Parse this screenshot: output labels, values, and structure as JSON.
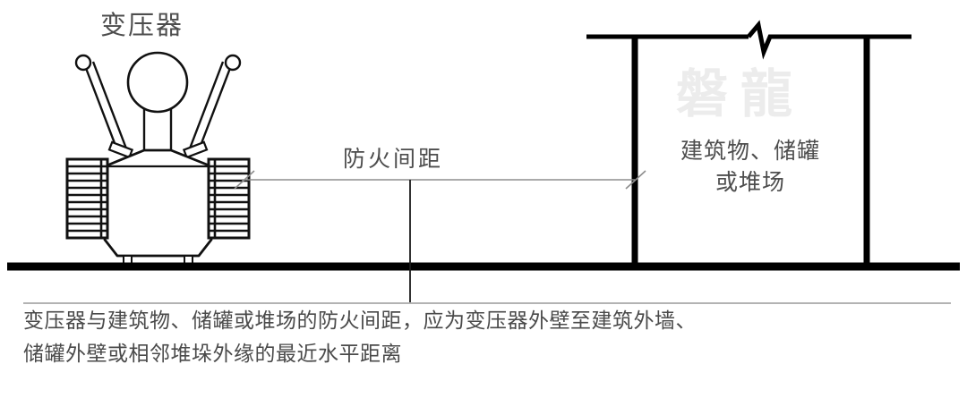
{
  "diagram": {
    "title_label": "变压器",
    "dimension_label": "防火间距",
    "building_label": "建筑物、储罐\n或堆场",
    "watermark": "磐龍",
    "caption_line_1": "变压器与建筑物、储罐或堆场的防火间距，应为变压器外壁至建筑外墙、",
    "caption_line_2": "储罐外壁或相邻堆垛外缘的最近水平距离",
    "colors": {
      "ink": "#000000",
      "text": "#4a4a4a",
      "thin_line": "#888888",
      "watermark": "#ececec",
      "background": "#ffffff"
    },
    "elements": {
      "transformer_name": "transformer",
      "radiator_fin_count": 10,
      "bushing_count": 3,
      "ground_line_name": "ground-line",
      "building_name": "building-or-tank-or-yard",
      "break_symbol_name": "roof-break-symbol",
      "dimension_line_name": "fire-separation-dimension-line"
    }
  }
}
